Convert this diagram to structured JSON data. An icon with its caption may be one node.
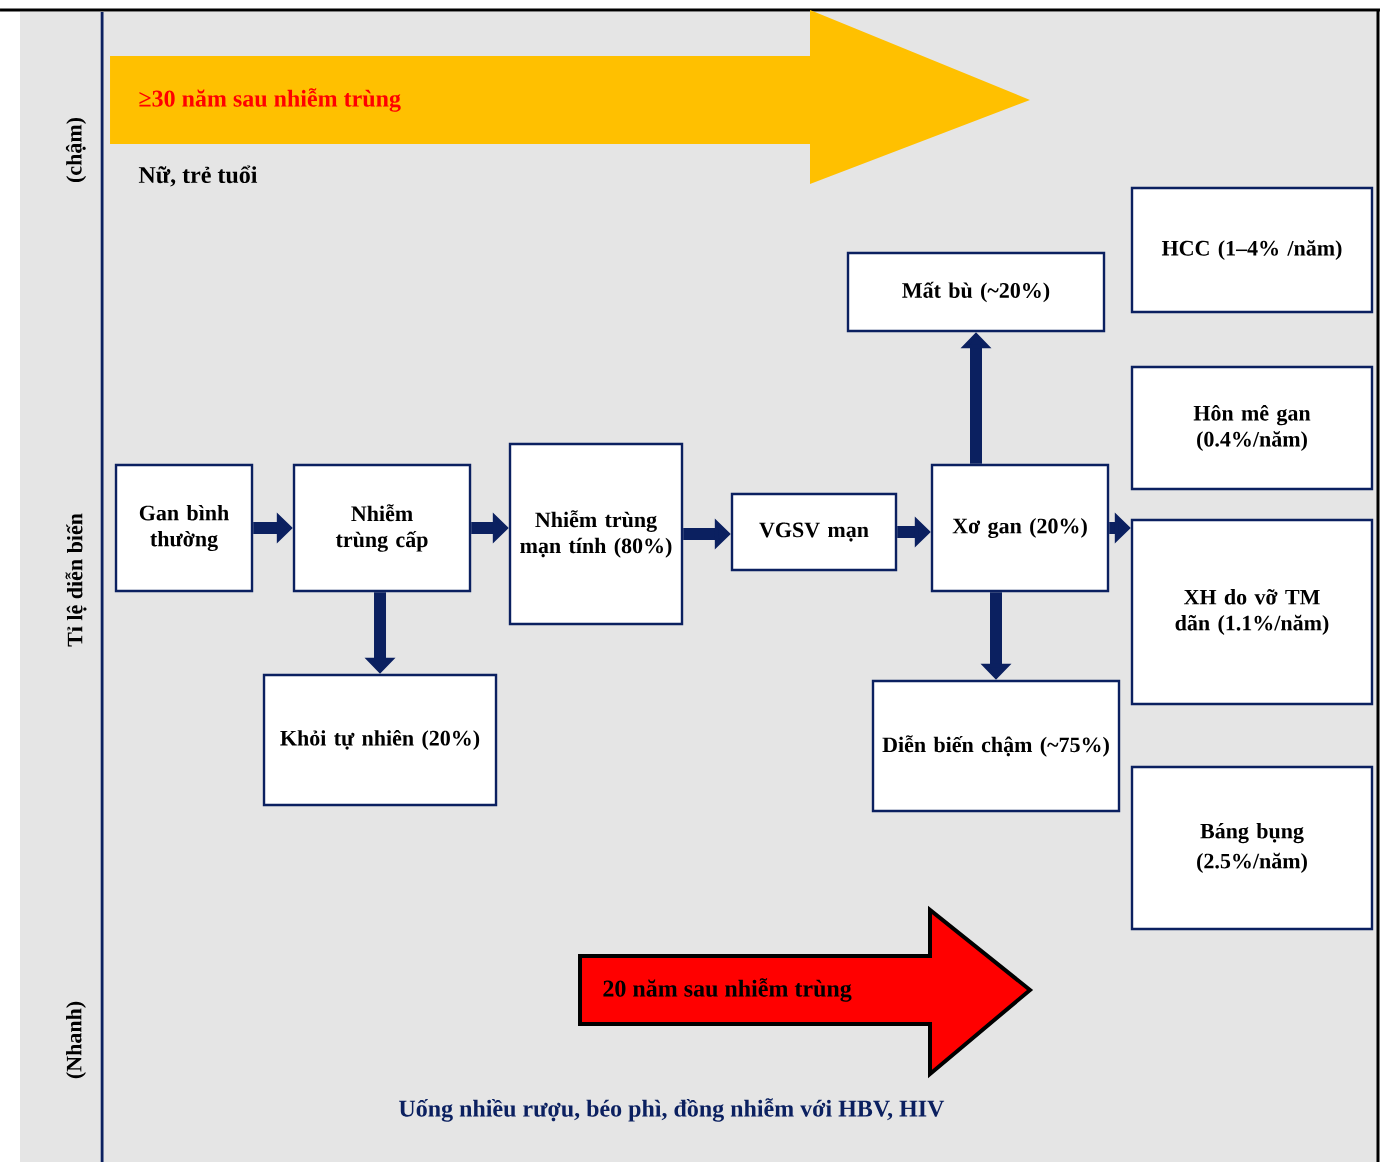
{
  "diagram": {
    "nodes": [
      {
        "text": [
          "Gan bình thường"
        ]
      },
      {
        "text": [
          "Nhiễm trùng cấp"
        ]
      },
      {
        "text": [
          "Nhiễm trùng mạn tính (80%)"
        ]
      },
      {
        "text": [
          "VGSV mạn"
        ]
      },
      {
        "text": [
          "Xơ gan (20%)"
        ]
      },
      {
        "text": [
          "Mất bù (~20%)"
        ]
      },
      {
        "text": [
          "Diễn biến chậm (~75%)"
        ]
      },
      {
        "text": [
          "Khỏi tự nhiên (20%)"
        ]
      },
      {
        "text": [
          "HCC (1–4% /năm)"
        ]
      },
      {
        "text": [
          "Hôn mê gan (0.4%/năm)"
        ]
      },
      {
        "text": [
          "XH do vỡ TM dãn (1.1%/năm)"
        ]
      },
      {
        "text": [
          "Báng bụng",
          "(2.5%/năm)"
        ]
      },
      {
        "text": [
          "≥30 năm sau nhiễm trùng"
        ],
        "beside": [
          "Nữ, trẻ tuổi"
        ]
      },
      {
        "text": [
          "20 năm sau nhiễm trùng"
        ],
        "beside": [
          "Uống nhiều rượu, béo phì, đồng nhiễm với HBV, HIV"
        ]
      }
    ],
    "edges": [
      {
        "from": 0,
        "to": 1,
        "arrow": "to"
      },
      {
        "from": 1,
        "to": 2,
        "arrow": "to"
      },
      {
        "from": 2,
        "to": 3,
        "arrow": "to"
      },
      {
        "from": 3,
        "to": 4,
        "arrow": "to"
      },
      {
        "from": 4,
        "to": 5,
        "arrow": "to"
      },
      {
        "from": 4,
        "to": 6,
        "arrow": "to"
      },
      {
        "from": 1,
        "to": 7,
        "arrow": "to"
      },
      {
        "from": 4,
        "to": 10,
        "arrow": "to"
      }
    ],
    "labels": [
      "(chậm)",
      "Tỉ lệ diễn biến",
      "(Nhanh)"
    ]
  }
}
